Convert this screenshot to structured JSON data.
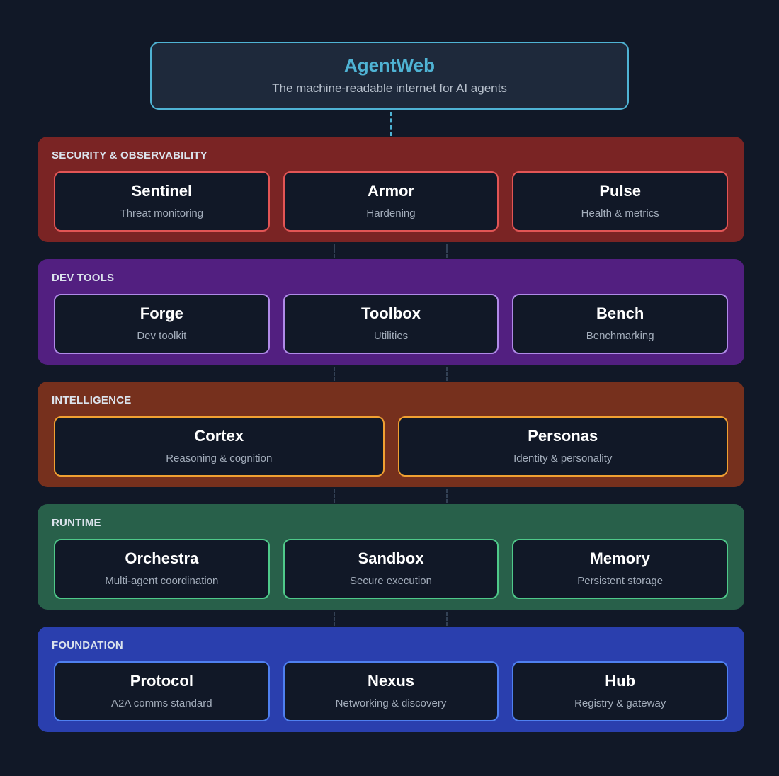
{
  "header": {
    "title": "AgentWeb",
    "subtitle": "The machine-readable internet for AI agents"
  },
  "colors": {
    "background": "#111827",
    "accent": "#4fb3d4"
  },
  "layers": [
    {
      "id": "security",
      "title": "SECURITY & OBSERVABILITY",
      "bg": "#7a2424",
      "border": "#e25555",
      "items": [
        {
          "name": "Sentinel",
          "desc": "Threat monitoring"
        },
        {
          "name": "Armor",
          "desc": "Hardening"
        },
        {
          "name": "Pulse",
          "desc": "Health & metrics"
        }
      ]
    },
    {
      "id": "devtools",
      "title": "DEV TOOLS",
      "bg": "#521f80",
      "border": "#b08ae8",
      "items": [
        {
          "name": "Forge",
          "desc": "Dev toolkit"
        },
        {
          "name": "Toolbox",
          "desc": "Utilities"
        },
        {
          "name": "Bench",
          "desc": "Benchmarking"
        }
      ]
    },
    {
      "id": "intelligence",
      "title": "INTELLIGENCE",
      "bg": "#76301d",
      "border": "#f0a032",
      "items": [
        {
          "name": "Cortex",
          "desc": "Reasoning & cognition"
        },
        {
          "name": "Personas",
          "desc": "Identity & personality"
        }
      ]
    },
    {
      "id": "runtime",
      "title": "RUNTIME",
      "bg": "#28604a",
      "border": "#4fc98a",
      "items": [
        {
          "name": "Orchestra",
          "desc": "Multi-agent coordination"
        },
        {
          "name": "Sandbox",
          "desc": "Secure execution"
        },
        {
          "name": "Memory",
          "desc": "Persistent storage"
        }
      ]
    },
    {
      "id": "foundation",
      "title": "FOUNDATION",
      "bg": "#2a3fae",
      "border": "#4f80f0",
      "items": [
        {
          "name": "Protocol",
          "desc": "A2A comms standard"
        },
        {
          "name": "Nexus",
          "desc": "Networking & discovery"
        },
        {
          "name": "Hub",
          "desc": "Registry & gateway"
        }
      ]
    }
  ]
}
